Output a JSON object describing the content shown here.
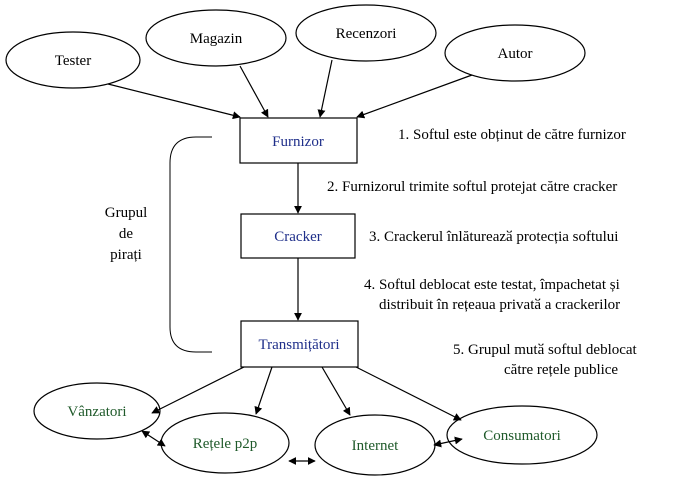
{
  "colors": {
    "blue_label": "#1f2f8a",
    "green_label": "#1f5a2a",
    "black": "#000000"
  },
  "sources": {
    "tester": "Tester",
    "magazin": "Magazin",
    "recenzori": "Recenzori",
    "autor": "Autor"
  },
  "chain": {
    "furnizor": "Furnizor",
    "cracker": "Cracker",
    "transmitatori": "Transmițători"
  },
  "outlets": {
    "vanzatori": "Vânzatori",
    "retele_p2p": "Rețele p2p",
    "internet": "Internet",
    "consumatori": "Consumatori"
  },
  "group": {
    "line1": "Grupul",
    "line2": "de",
    "line3": "pirați"
  },
  "steps": {
    "s1": "1. Softul este obținut de către furnizor",
    "s2": "2. Furnizorul trimite softul protejat către cracker",
    "s3": "3. Crackerul înlătureazӑ  protecția softului",
    "s4a": "4. Softul deblocat este testat, împachetat și",
    "s4b": "distribuit în rețeaua privatӑ a crackerilor",
    "s5a": "5. Grupul mutӑ softul deblocat",
    "s5b": "către rețele publice"
  }
}
